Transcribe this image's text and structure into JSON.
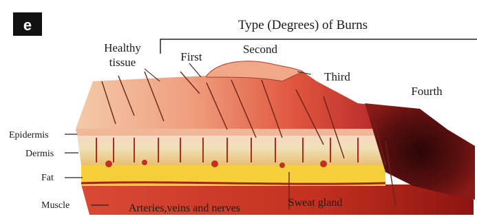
{
  "panel": {
    "letter": "e"
  },
  "header": {
    "title": "Type (Degrees) of Burns"
  },
  "degrees": {
    "healthy_line1": "Healthy",
    "healthy_line2": "tissue",
    "first": "First",
    "second": "Second",
    "third": "Third",
    "fourth": "Fourth"
  },
  "layers": {
    "epidermis": "Epidermis",
    "dermis": "Dermis",
    "fat": "Fat",
    "muscle": "Muscle"
  },
  "structures": {
    "vessels": "Arteries,veins and nerves",
    "sweat_gland": "Sweat gland"
  },
  "colors": {
    "skin_light": "#f2c2a0",
    "skin_red": "#d6452f",
    "burn_dark": "#5a0f0f",
    "fat_yellow": "#f6d23c",
    "muscle_red": "#b8281c",
    "badge": "#111111"
  }
}
